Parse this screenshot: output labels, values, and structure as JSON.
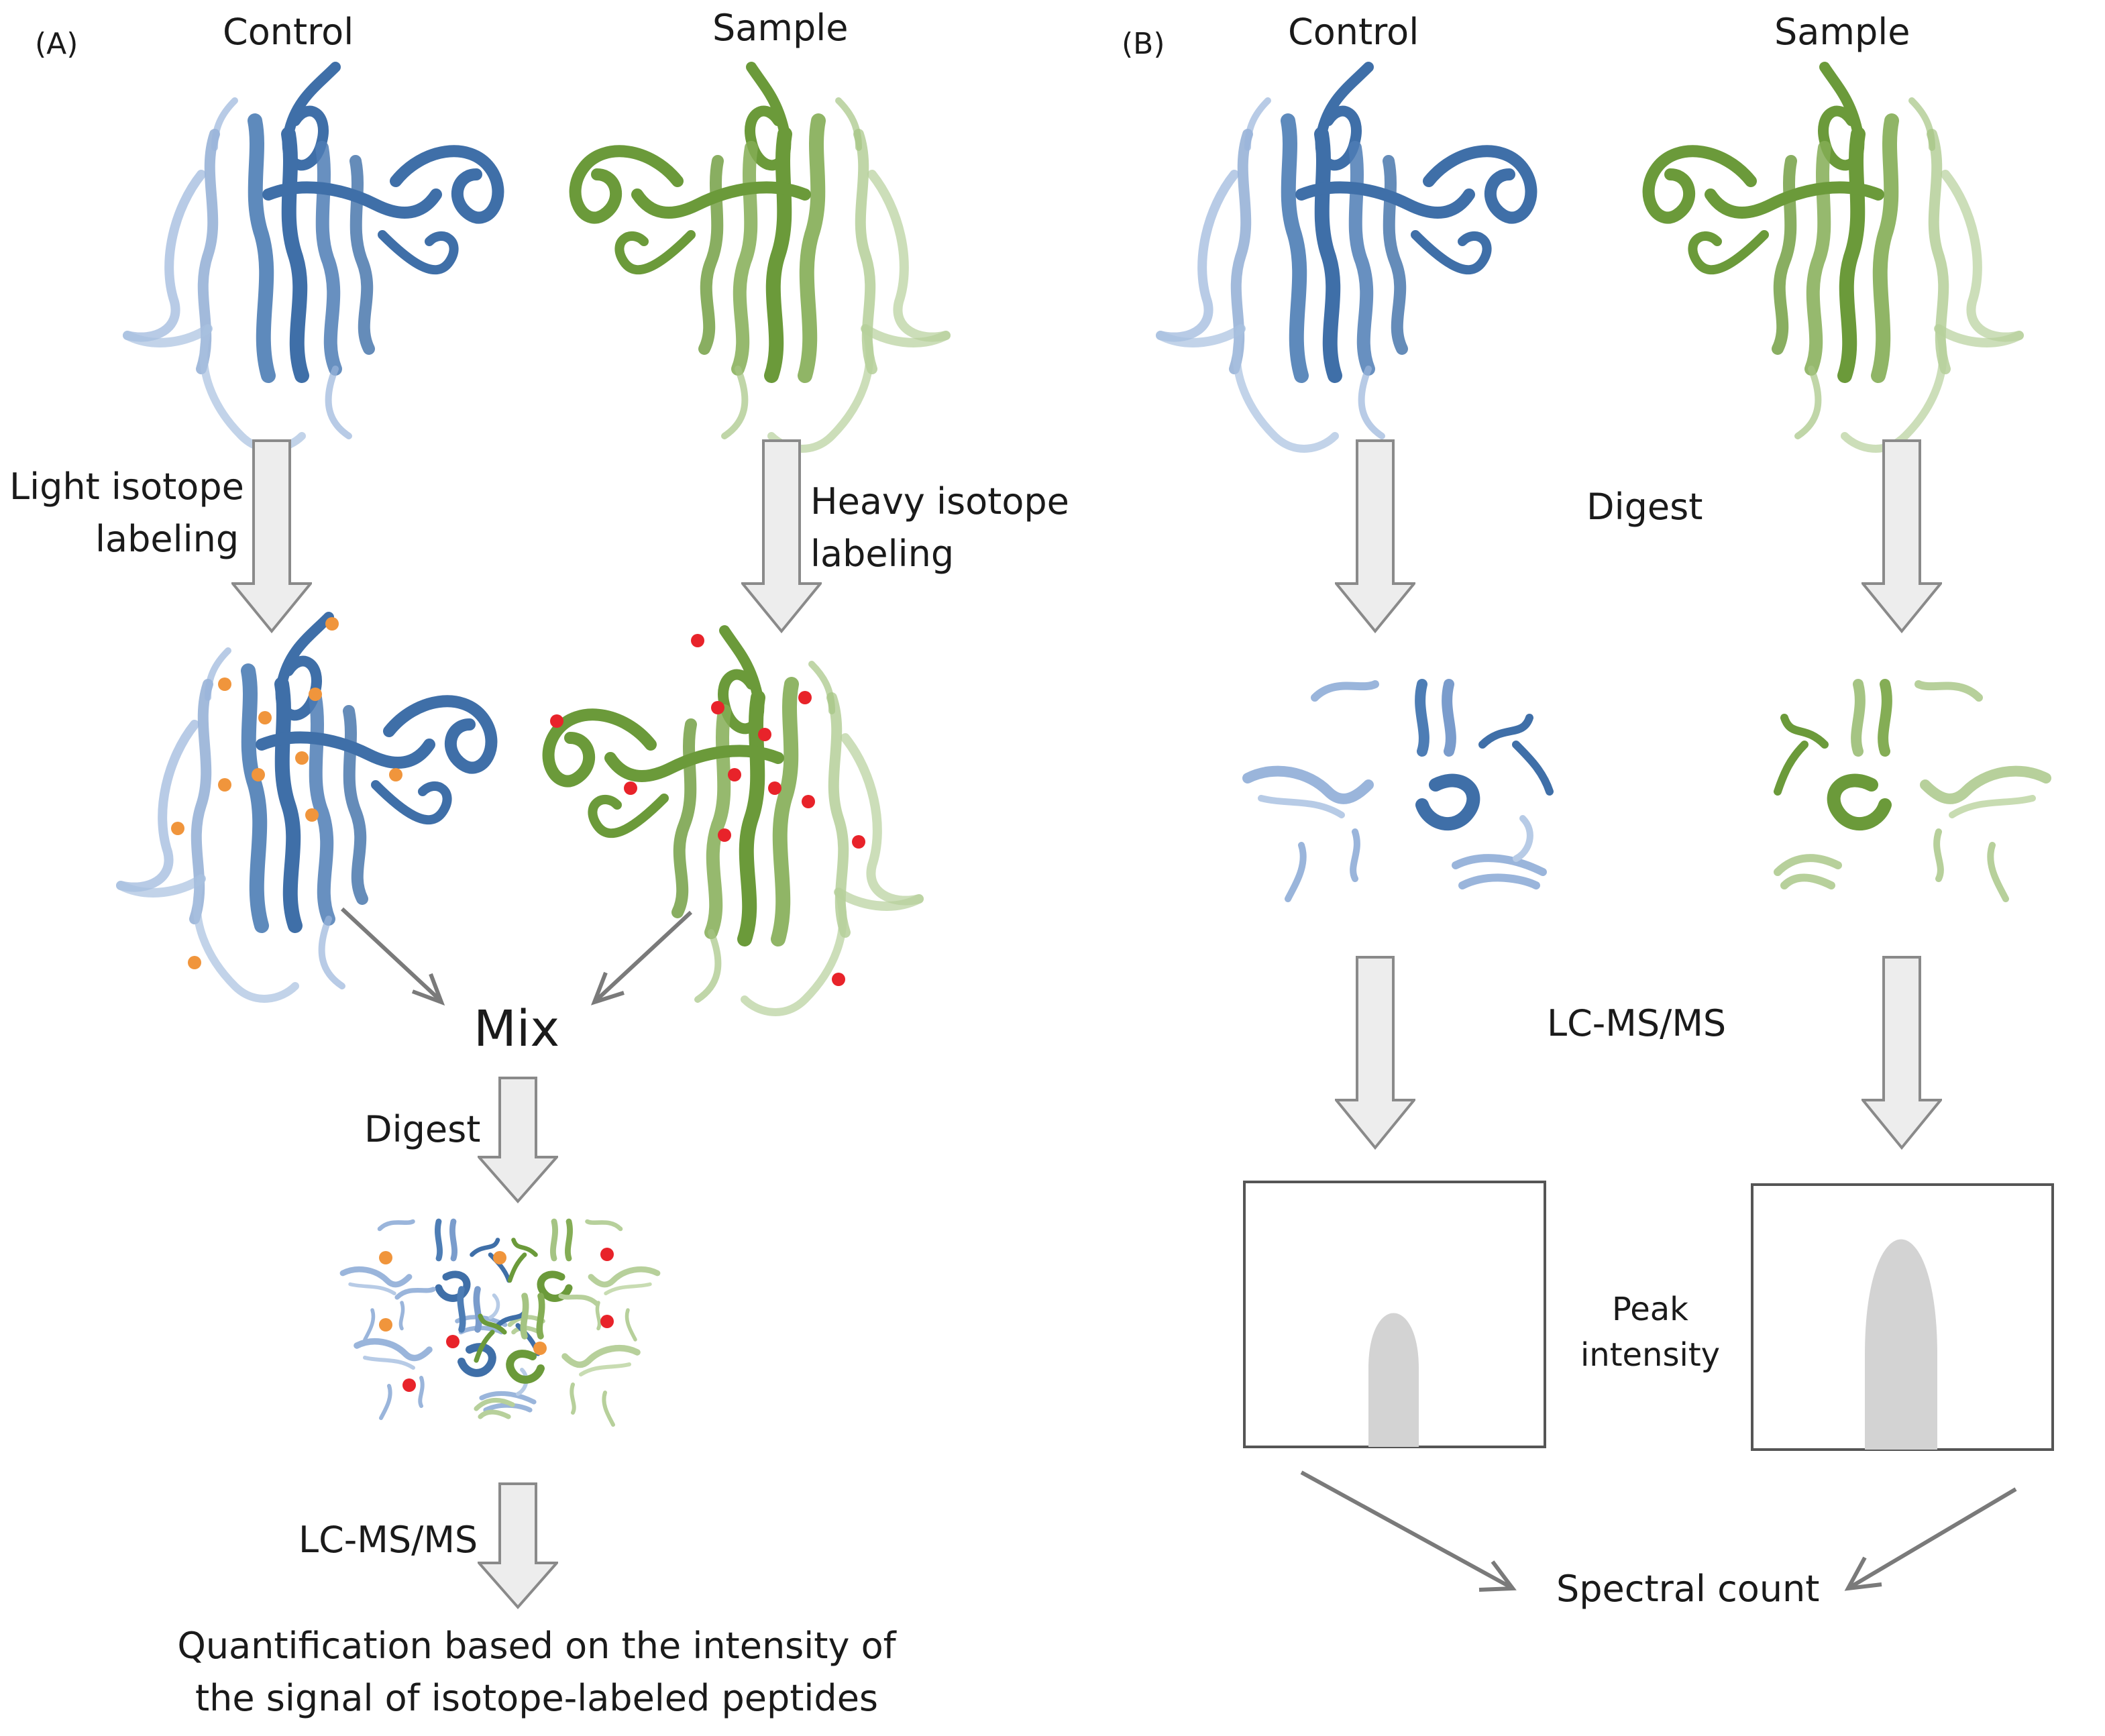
{
  "panel_a": {
    "label": "(A)",
    "control_title": "Control",
    "sample_title": "Sample",
    "light_label_line1": "Light isotope",
    "light_label_line2": "labeling",
    "heavy_label_line1": "Heavy isotope",
    "heavy_label_line2": "labeling",
    "mix": "Mix",
    "digest": "Digest",
    "lcms": "LC-MS/MS",
    "result_line1": "Quantification based on the intensity of",
    "result_line2": "the signal of isotope-labeled peptides"
  },
  "panel_b": {
    "label": "(B)",
    "control_title": "Control",
    "sample_title": "Sample",
    "digest": "Digest",
    "lcms": "LC-MS/MS",
    "peak_line1": "Peak",
    "peak_line2": "intensity",
    "spectral_count": "Spectral count"
  },
  "colors": {
    "control_protein": "#3f6fa8",
    "sample_protein": "#6b9a3a",
    "light_label_dot": "#f0953c",
    "heavy_label_dot": "#e8232a",
    "arrow_fill": "#ededed",
    "arrow_stroke": "#8a8a8a",
    "peak_fill": "#d3d3d3"
  },
  "icons": {
    "protein": "ribbon-protein-structure-icon",
    "fragments": "peptide-fragments-icon",
    "chromatogram": "chromatogram-peak-icon"
  }
}
